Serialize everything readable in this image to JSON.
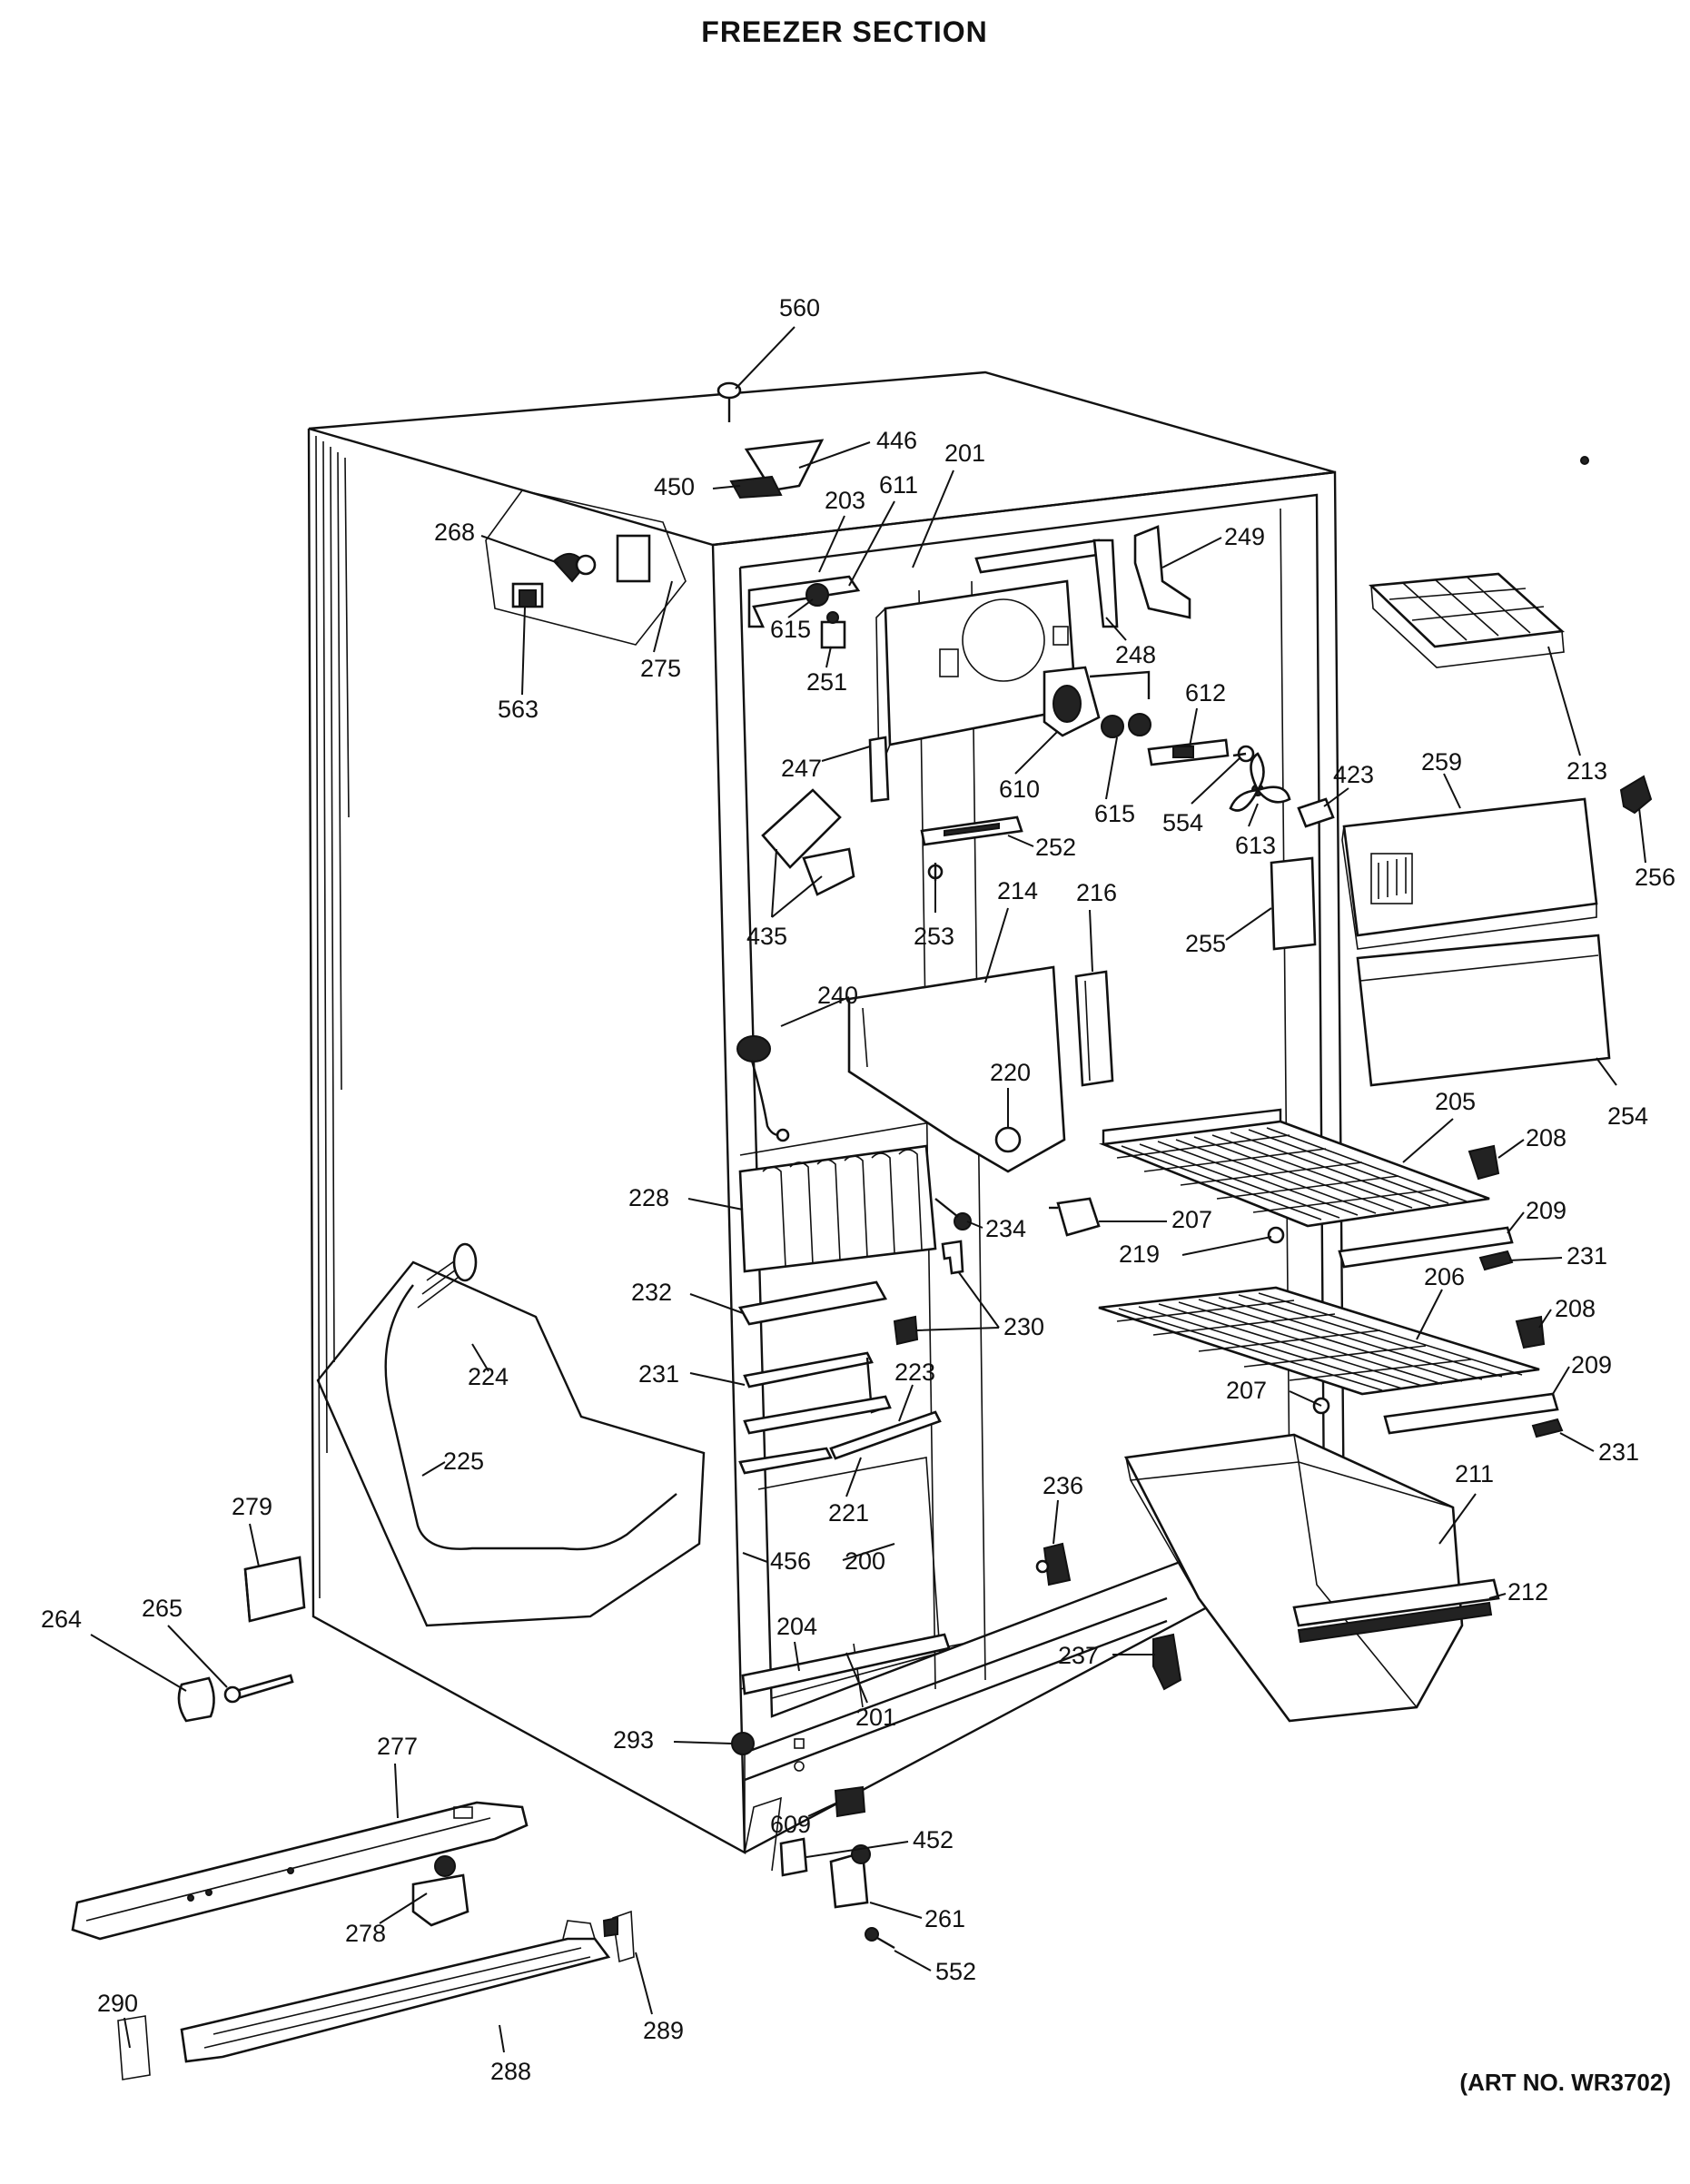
{
  "title": "FREEZER SECTION",
  "art_number": "(ART NO. WR3702)",
  "callouts": [
    "560",
    "446",
    "450",
    "201",
    "203",
    "611",
    "268",
    "249",
    "615",
    "251",
    "248",
    "275",
    "563",
    "213",
    "612",
    "247",
    "610",
    "615",
    "554",
    "423",
    "259",
    "256",
    "252",
    "613",
    "435",
    "253",
    "214",
    "216",
    "255",
    "240",
    "220",
    "254",
    "205",
    "208",
    "228",
    "234",
    "207",
    "209",
    "219",
    "231",
    "232",
    "230",
    "206",
    "208",
    "224",
    "231",
    "223",
    "207",
    "209",
    "225",
    "231",
    "221",
    "211",
    "236",
    "279",
    "456",
    "200",
    "212",
    "264",
    "265",
    "204",
    "237",
    "201",
    "293",
    "277",
    "609",
    "452",
    "278",
    "261",
    "552",
    "290",
    "289",
    "288"
  ]
}
